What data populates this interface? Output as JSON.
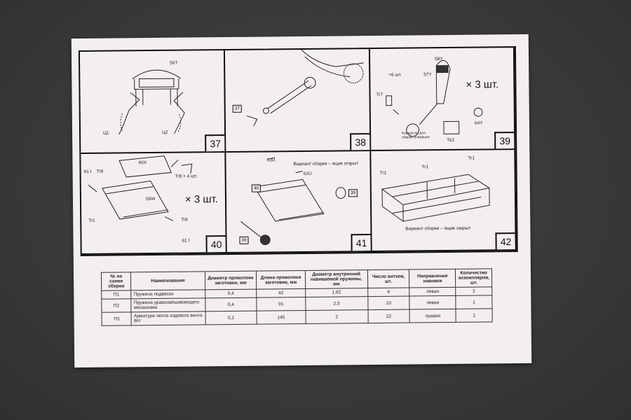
{
  "panels": [
    {
      "number": "37",
      "labels": {
        "part": "56T",
        "left": "Ц1",
        "right": "Ц2"
      }
    },
    {
      "number": "38",
      "labels": {
        "ref": "37"
      }
    },
    {
      "number": "39",
      "labels": {
        "p1": "58Y",
        "p2": "57Y",
        "qty": "×6 шт.",
        "tr": "Tr7",
        "tk": "Tk2",
        "p3": "64Y",
        "tool": "Кондуктор для сборки оперения",
        "times": "× 3 шт."
      }
    },
    {
      "number": "40",
      "labels": {
        "p1": "60X",
        "p2": "Tr8 × 4 шт.",
        "p3": "61 I",
        "p4": "Tr8",
        "p5": "59W",
        "p6": "Tr1",
        "p7": "Tr8",
        "p8": "61 I",
        "times": "× 3 шт."
      }
    },
    {
      "number": "41",
      "labels": {
        "p1": "63U",
        "p2": "62U",
        "caption": "Вариант сборки – ящик открыт",
        "ref1": "39",
        "ref2": "40",
        "ref3": "39"
      }
    },
    {
      "number": "42",
      "labels": {
        "tr1": "Tr1",
        "tr2": "Tr1",
        "tr3": "Tr1",
        "caption": "Вариант сборки – ящик закрыт"
      }
    }
  ],
  "table": {
    "headers": [
      "№ на схеме сборки",
      "Наименование",
      "Диаметр проволоки заготовки, мм",
      "Длина проволоки заготовки, мм",
      "Диаметр внутренний навиваемой пружины, мм",
      "Число витков, шт.",
      "Направление навивки",
      "Количество экземпляров, шт."
    ],
    "rows": [
      [
        "П1",
        "Пружина подвески",
        "0,4",
        "42",
        "1,82",
        "6",
        "левая",
        "2"
      ],
      [
        "П2",
        "Пружина уравновешивающего механизма",
        "0,4",
        "91",
        "2,5",
        "10",
        "левая",
        "1"
      ],
      [
        "П3",
        "Арматура чехла ходового винта ВН",
        "0,1",
        "145",
        "2",
        "22",
        "правая",
        "1"
      ]
    ]
  }
}
